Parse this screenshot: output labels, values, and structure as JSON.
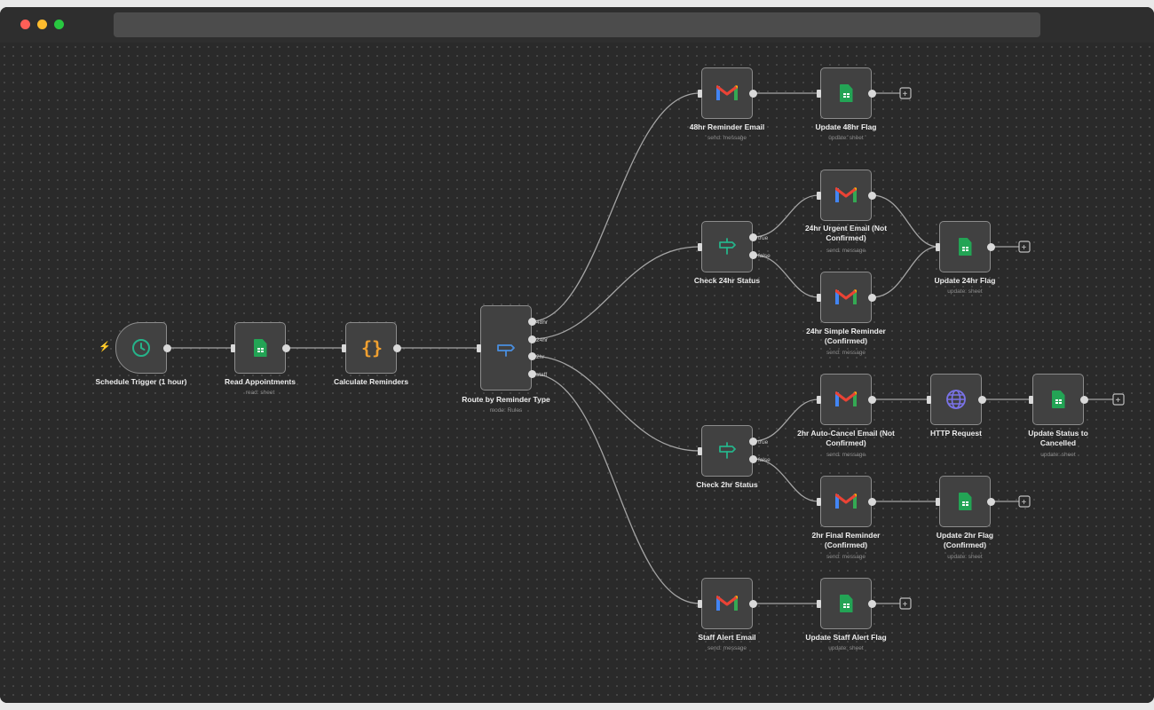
{
  "window": {
    "buttons": [
      "close",
      "minimize",
      "maximize"
    ]
  },
  "colors": {
    "canvas": "#2a2a2a",
    "node_fill": "#414141",
    "node_border": "#8c8c8c",
    "edge": "#a4a4a4",
    "trigger_clock": "#26b38a",
    "code_braces": "#f0a030",
    "router": "#4a8fe0",
    "if_node": "#26b38a",
    "sheets": "#23a455",
    "http": "#7a73e8"
  },
  "nodes": {
    "schedule": {
      "label": "Schedule Trigger (1 hour)",
      "sub": "",
      "icon": "clock-icon"
    },
    "read": {
      "label": "Read Appointments",
      "sub": "read: sheet",
      "icon": "google-sheets-icon"
    },
    "calc": {
      "label": "Calculate Reminders",
      "sub": "",
      "icon": "code-braces-icon"
    },
    "route": {
      "label": "Route by Reminder Type",
      "sub": "mode: Rules",
      "icon": "router-icon"
    },
    "email48": {
      "label": "48hr Reminder Email",
      "sub": "send: message",
      "icon": "gmail-icon"
    },
    "flag48": {
      "label": "Update 48hr Flag",
      "sub": "update: sheet",
      "icon": "google-sheets-icon"
    },
    "check24": {
      "label": "Check 24hr Status",
      "sub": "",
      "icon": "if-signpost-icon"
    },
    "urgent24": {
      "label": "24hr Urgent Email (Not Confirmed)",
      "sub": "send: message",
      "icon": "gmail-icon"
    },
    "simple24": {
      "label": "24hr Simple Reminder (Confirmed)",
      "sub": "send: message",
      "icon": "gmail-icon"
    },
    "flag24": {
      "label": "Update 24hr Flag",
      "sub": "update: sheet",
      "icon": "google-sheets-icon"
    },
    "check2": {
      "label": "Check 2hr Status",
      "sub": "",
      "icon": "if-signpost-icon"
    },
    "cancel2": {
      "label": "2hr Auto-Cancel Email (Not Confirmed)",
      "sub": "send: message",
      "icon": "gmail-icon"
    },
    "http": {
      "label": "HTTP Request",
      "sub": "",
      "icon": "globe-icon"
    },
    "cancelled": {
      "label": "Update Status to Cancelled",
      "sub": "update: sheet",
      "icon": "google-sheets-icon"
    },
    "final2": {
      "label": "2hr Final Reminder (Confirmed)",
      "sub": "send: message",
      "icon": "gmail-icon"
    },
    "flag2": {
      "label": "Update 2hr Flag (Confirmed)",
      "sub": "update: sheet",
      "icon": "google-sheets-icon"
    },
    "staff": {
      "label": "Staff Alert Email",
      "sub": "send: message",
      "icon": "gmail-icon"
    },
    "staffflag": {
      "label": "Update Staff Alert Flag",
      "sub": "update: sheet",
      "icon": "google-sheets-icon"
    }
  },
  "branch_labels": {
    "route_48hr": "48hr",
    "route_24hr": "24hr",
    "route_2hr": "2hr",
    "route_staff": "staff",
    "check24_true": "true",
    "check24_false": "false",
    "check2_true": "true",
    "check2_false": "false"
  },
  "plus_symbol": "+"
}
